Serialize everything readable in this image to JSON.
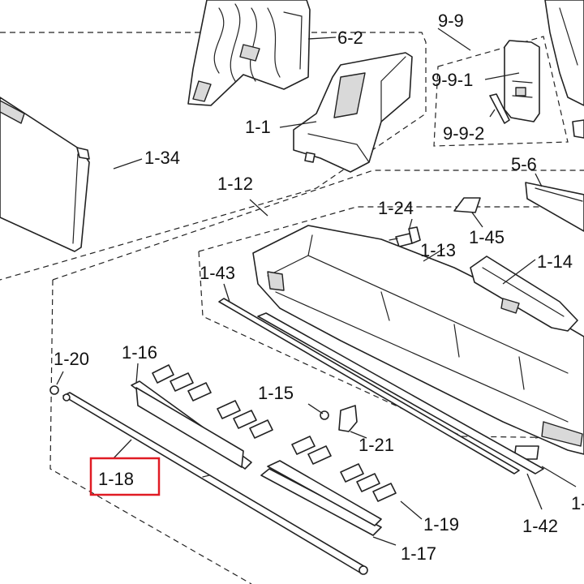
{
  "callouts": {
    "p6_2": "6-2",
    "p9_9": "9-9",
    "p9_9_1": "9-9-1",
    "p9_9_2": "9-9-2",
    "p1_1": "1-1",
    "p1_34": "1-34",
    "p5_6": "5-6",
    "p1_12": "1-12",
    "p1_24": "1-24",
    "p1_45": "1-45",
    "p1_13": "1-13",
    "p1_14": "1-14",
    "p1_43": "1-43",
    "p1_20": "1-20",
    "p1_16": "1-16",
    "p1_15": "1-15",
    "p1_21": "1-21",
    "p1_18": "1-18",
    "p1_19": "1-19",
    "p1_42": "1-42",
    "p1_17": "1-17",
    "p1_right": "1-"
  },
  "highlight": {
    "part": "1-18",
    "color": "#e01b24"
  }
}
